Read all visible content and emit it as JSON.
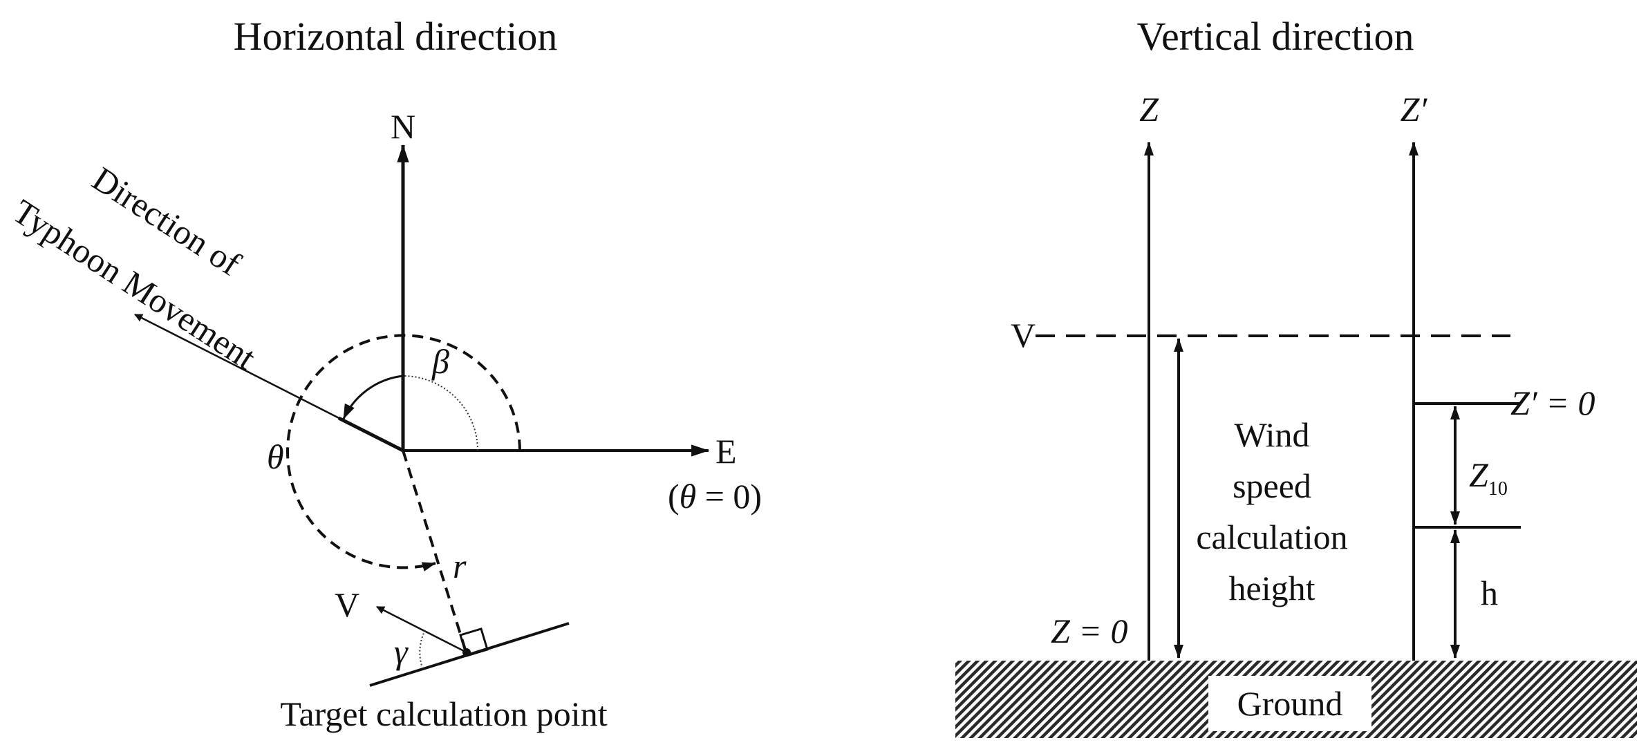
{
  "horizontal": {
    "title": "Horizontal direction",
    "north_label": "N",
    "east_label": "E",
    "east_note_open": "(",
    "east_note_theta": "θ",
    "east_note_eq": " = 0)",
    "movement_label_line1": "Direction of",
    "movement_label_line2": "Typhoon Movement",
    "beta_label": "β",
    "theta_label": "θ",
    "r_label": "r",
    "v_label": "V",
    "gamma_label": "γ",
    "target_label": "Target calculation point"
  },
  "vertical": {
    "title": "Vertical direction",
    "z_axis_label": "Z",
    "zprime_axis_label": "Z′",
    "v_label": "V",
    "zprime_zero_label": "Z′ = 0",
    "z10_label_main": "Z",
    "z10_label_sub": "10",
    "h_label": "h",
    "z_zero_label": "Z = 0",
    "wind_label_lines": [
      "Wind",
      "speed",
      "calculation",
      "height"
    ],
    "ground_label": "Ground"
  },
  "colors": {
    "ink": "#111111",
    "background": "#ffffff"
  }
}
